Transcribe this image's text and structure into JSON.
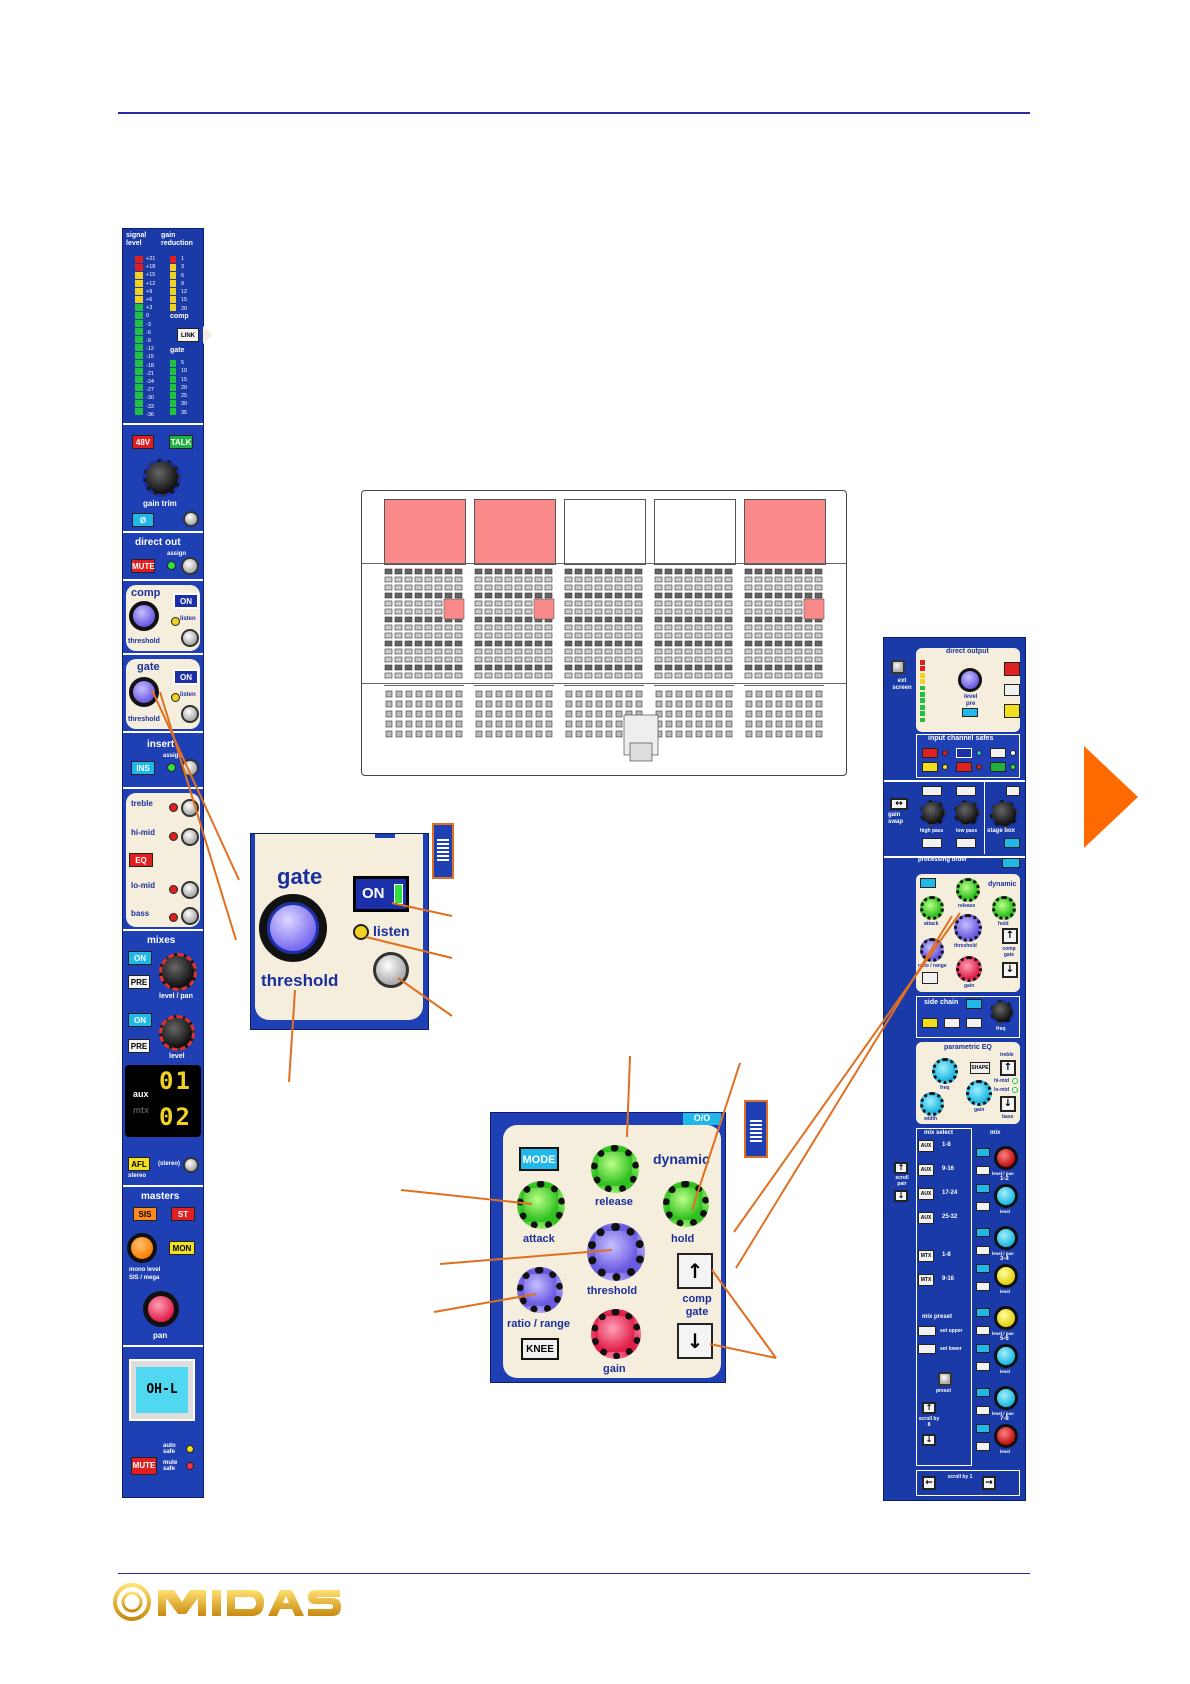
{
  "left_strip": {
    "meters": {
      "signal_level": "signal level",
      "gain_reduction": "gain reduction",
      "signal_scale": [
        "+21",
        "+18",
        "+15",
        "+12",
        "+9",
        "+6",
        "+3",
        "0",
        "-3",
        "-6",
        "-9",
        "-12",
        "-15",
        "-18",
        "-21",
        "-24",
        "-27",
        "-30",
        "-33",
        "-36"
      ],
      "comp_scale": [
        "1",
        "3",
        "6",
        "9",
        "12",
        "15",
        "20"
      ],
      "gate_scale": [
        "5",
        "10",
        "15",
        "20",
        "25",
        "30",
        "35"
      ],
      "comp": "comp",
      "gate": "gate",
      "link": "LINK"
    },
    "input": {
      "mute_button": "48V",
      "talk_button": "TALK",
      "gain_trim": "gain trim",
      "phase_button": "Ø"
    },
    "direct_out": {
      "title": "direct out",
      "assign": "assign",
      "mute": "MUTE"
    },
    "comp": {
      "title": "comp",
      "on": "ON",
      "listen": "listen",
      "threshold": "threshold"
    },
    "gate": {
      "title": "gate",
      "on": "ON",
      "listen": "listen",
      "threshold": "threshold"
    },
    "insert": {
      "title": "insert",
      "assign": "assign",
      "ins": "INS"
    },
    "eq": {
      "treble": "treble",
      "hi_mid": "hi-mid",
      "eq_button": "EQ",
      "lo_mid": "lo-mid",
      "bass": "bass"
    },
    "mixes": {
      "title": "mixes",
      "on1": "ON",
      "pre1": "PRE",
      "level_pan": "level / pan",
      "on2": "ON",
      "pre2": "PRE",
      "level": "level",
      "aux": "aux",
      "mtx": "mtx",
      "display_top": "01",
      "display_bottom": "02",
      "afl": "AFL",
      "stereo": "stereo",
      "stereo_paren": "(stereo)"
    },
    "masters": {
      "title": "masters",
      "sis": "SIS",
      "st": "ST",
      "mon": "MON",
      "mono_level": "mono level",
      "sis_mega": "SIS / mega",
      "pan": "pan"
    },
    "scribble": {
      "name": "OH-L",
      "mute": "MUTE",
      "auto_safe": "auto safe",
      "mute_safe": "mute safe"
    }
  },
  "gate_zoom": {
    "title": "gate",
    "on": "ON",
    "listen": "listen",
    "threshold": "threshold"
  },
  "dynamic_zoom": {
    "mode": "MODE",
    "title": "dynamic",
    "release": "release",
    "attack": "attack",
    "hold": "hold",
    "threshold": "threshold",
    "ratio_range": "ratio / range",
    "comp_gate": "comp gate",
    "knee": "KNEE",
    "gain": "gain",
    "tab": "O/O"
  },
  "right_strip": {
    "ext_screen": "ext screen",
    "direct_output": "direct output",
    "level": "level",
    "pre": "pre",
    "input_channel_safes": "input channel safes",
    "gain_swap": "gain swap",
    "high_pass": "high pass",
    "low_pass": "low pass",
    "stage_box": "stage box",
    "processing_order": "processing order",
    "dynamic": "dynamic",
    "release": "release",
    "attack": "attack",
    "hold": "hold",
    "threshold": "threshold",
    "ratio_range": "ratio / range",
    "gain": "gain",
    "comp_gate": "comp gate",
    "side_chain": "side chain",
    "freq": "freq",
    "parametric_eq": "parametric EQ",
    "treble": "treble",
    "hi_mid": "hi-mid",
    "lo_mid": "lo-mid",
    "bass": "bass",
    "width": "width",
    "shape": "SHAPE",
    "mix_select": "mix select",
    "mix": "mix",
    "aux_rows": [
      {
        "btn": "AUX",
        "range": "1-8"
      },
      {
        "btn": "AUX",
        "range": "9-16"
      },
      {
        "btn": "AUX",
        "range": "17-24"
      },
      {
        "btn": "AUX",
        "range": "25-32"
      }
    ],
    "mtx_rows": [
      {
        "btn": "MTX",
        "range": "1-8"
      },
      {
        "btn": "MTX",
        "range": "9-16"
      }
    ],
    "scroll_pair": "scroll pair",
    "mix_preset": "mix preset",
    "set_upper": "set upper",
    "set_lower": "set lower",
    "preset": "preset",
    "scroll_by_8": "scroll by 8",
    "scroll_by_1": "scroll by 1",
    "mix_pairs": [
      "1-2",
      "3-4",
      "5-6",
      "7-8"
    ],
    "level_pan": "level / pan"
  },
  "colors": {
    "rule": "#2a2aa0",
    "panel_blue": "#1a3aa8",
    "cream": "#f6eedc",
    "callout": "#e07020",
    "arrow": "#ff6a00",
    "pad_pink": "#fa8a8a",
    "logo_gold": "#f0b820"
  }
}
